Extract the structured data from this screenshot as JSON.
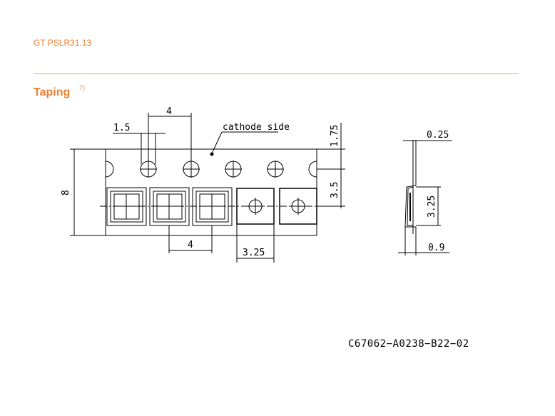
{
  "header": {
    "doc_code": "GT PSLR31.13"
  },
  "section": {
    "title": "Taping",
    "footnote": "7)"
  },
  "drawing": {
    "labels": {
      "hole_pitch": "4",
      "hole_diameter": "1.5",
      "cathode": "cathode side",
      "tape_width": "8",
      "edge_offset": "1.75",
      "hole_to_pocket": "3.5",
      "pocket_pitch": "4",
      "pocket_size": "3.25",
      "tape_thickness": "0.25",
      "side_pocket": "3.25",
      "pocket_depth": "0.9"
    },
    "drawing_id": "C67062−A0238−B22−02"
  },
  "colors": {
    "accent": "#f07f30",
    "rule": "#f4a26a",
    "line": "#000000"
  }
}
